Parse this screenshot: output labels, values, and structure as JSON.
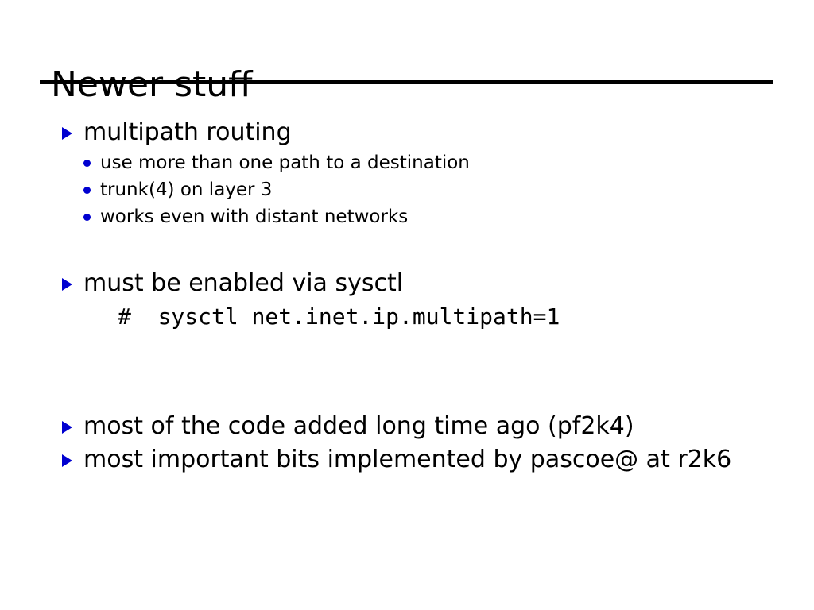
{
  "slide": {
    "title": "Newer stuff",
    "accent_color": "#0000d0",
    "text_color": "#000000",
    "background_color": "#ffffff",
    "markers": {
      "level1": "triangle-right",
      "level2": "round-dot"
    },
    "blocks": [
      {
        "id": "multipath-routing",
        "level": 1,
        "text": "multipath routing"
      },
      {
        "id": "use-more-than-one-path",
        "level": 2,
        "text": "use more than one path to a destination"
      },
      {
        "id": "trunk4-on-layer-3",
        "level": 2,
        "text": "trunk(4) on layer 3"
      },
      {
        "id": "works-even-with-distant-networks",
        "level": 2,
        "text": "works even with distant networks"
      },
      {
        "id": "must-be-enabled-via-sysctl",
        "level": 1,
        "text": "must be enabled via sysctl"
      },
      {
        "id": "sysctl-command",
        "level": "code",
        "text": "#  sysctl net.inet.ip.multipath=1"
      },
      {
        "id": "most-of-the-code-added",
        "level": 1,
        "text": "most of the code added long time ago (pf2k4)"
      },
      {
        "id": "most-important-bits",
        "level": 1,
        "text": "most important bits implemented by pascoe@ at r2k6"
      }
    ]
  }
}
